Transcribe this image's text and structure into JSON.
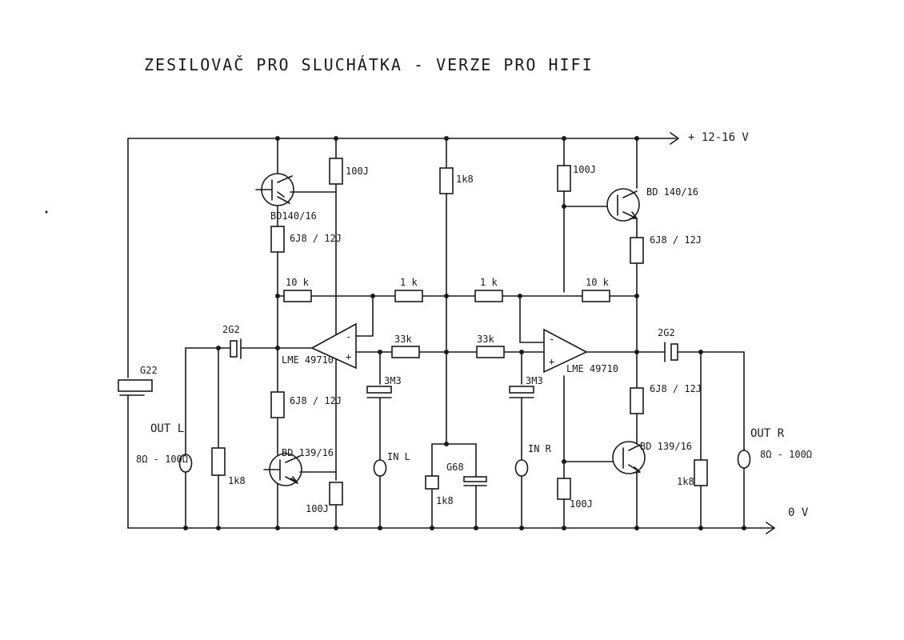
{
  "title": "ZESILOVAČ PRO SLUCHÁTKA - VERZE PRO HIFI",
  "rails": {
    "supply": "+ 12-16 V",
    "ground": "0 V"
  },
  "left_channel": {
    "transistor_top": "BD140/16",
    "transistor_bottom": "BD 139/16",
    "r_collector_top": "100J",
    "r_emitter_top": "6J8 / 12J",
    "r_emitter_bottom": "6J8 / 12J",
    "r_collector_bottom": "100J",
    "r_feedback": "10 k",
    "r_input": "1 k",
    "r_bias": "33k",
    "c_bias": "3M3",
    "opamp": "LME 49710",
    "c_output": "2G2",
    "r_output": "1k8",
    "output_label": "OUT L",
    "output_impedance": "8Ω - 100Ω",
    "input_label": "IN L"
  },
  "right_channel": {
    "transistor_top": "BD 140/16",
    "transistor_bottom": "BD 139/16",
    "r_collector_top": "100J",
    "r_emitter_top": "6J8 / 12J",
    "r_emitter_bottom": "6J8 / 12J",
    "r_collector_bottom": "100J",
    "r_feedback": "10 k",
    "r_input": "1 k",
    "r_bias": "33k",
    "c_bias": "3M3",
    "opamp": "LME 49710",
    "c_output": "2G2",
    "r_output": "1k8",
    "output_label": "OUT R",
    "output_impedance": "8Ω - 100Ω",
    "input_label": "IN R"
  },
  "shared": {
    "r_divider_top": "1k8",
    "r_divider_bottom": "1k8",
    "c_divider": "G68",
    "c_supply": "G22"
  }
}
